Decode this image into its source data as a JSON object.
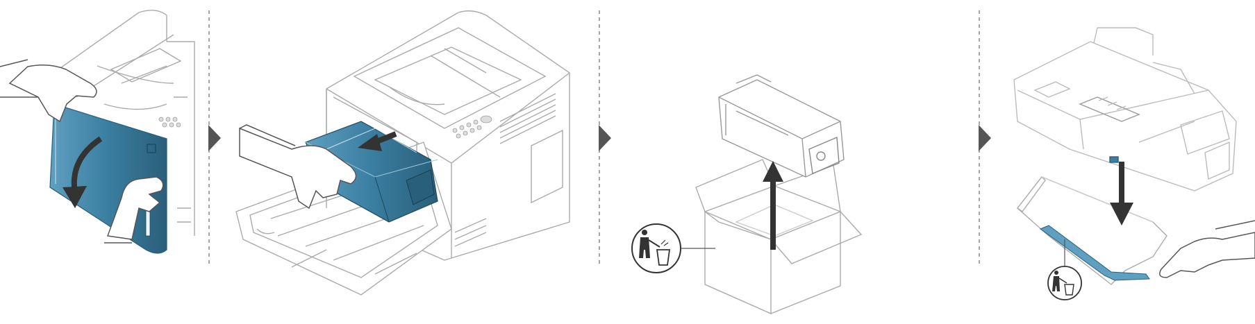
{
  "colors": {
    "background": "#ffffff",
    "line": "#9a9a9a",
    "outline": "#b8b8b8",
    "accent": "#3a7ea1",
    "accent_dark": "#2a5f7a",
    "arrow": "#333333",
    "divider": "#888888"
  },
  "steps": [
    {
      "icon": "open-front-cover-icon"
    },
    {
      "icon": "remove-toner-cartridge-icon"
    },
    {
      "icon": "place-cartridge-in-box-icon"
    },
    {
      "icon": "remove-protective-sheet-icon"
    }
  ],
  "dividers": [
    "dashed-divider",
    "dashed-divider",
    "dashed-divider"
  ],
  "step_arrows": [
    "chevron-right-icon",
    "chevron-right-icon",
    "chevron-right-icon"
  ],
  "recycle_badges": [
    "dispose-trash-icon",
    "dispose-trash-icon"
  ]
}
